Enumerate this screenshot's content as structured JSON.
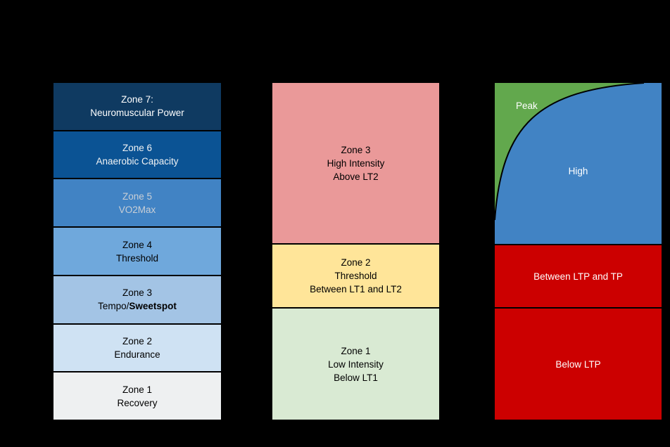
{
  "canvas": {
    "background": "#000000"
  },
  "seven_zone_column": {
    "zones": [
      {
        "line1": "Zone 7:",
        "line2": "Neuromuscular Power",
        "bg": "#0f3a61",
        "fg": "#ffffff"
      },
      {
        "line1": "Zone 6",
        "line2": "Anaerobic Capacity",
        "bg": "#0b5394",
        "fg": "#f1f3f4"
      },
      {
        "line1": "Zone 5",
        "line2": "VO2Max",
        "bg": "#4183c4",
        "fg": "#c9cfd6"
      },
      {
        "line1": "Zone 4",
        "line2": "Threshold",
        "bg": "#6fa8dc",
        "fg": "#000000"
      },
      {
        "line1": "Zone 3",
        "line2_prefix": "Tempo/",
        "line2_bold": "Sweetspot",
        "bg": "#a3c4e5",
        "fg": "#000000"
      },
      {
        "line1": "Zone 2",
        "line2": "Endurance",
        "bg": "#cfe2f3",
        "fg": "#000000"
      },
      {
        "line1": "Zone 1",
        "line2": "Recovery",
        "bg": "#eef0f1",
        "fg": "#000000"
      }
    ]
  },
  "three_zone_column": {
    "zones": [
      {
        "lines": [
          "Zone 3",
          "High Intensity",
          "Above LT2"
        ],
        "bg": "#ea9999",
        "fg": "#000000"
      },
      {
        "lines": [
          "Zone 2",
          "Threshold",
          "Between LT1 and LT2"
        ],
        "bg": "#ffe599",
        "fg": "#000000"
      },
      {
        "lines": [
          "Zone 1",
          "Low Intensity",
          "Below LT1"
        ],
        "bg": "#d9ead3",
        "fg": "#000000"
      }
    ]
  },
  "power_column": {
    "curve_area": {
      "peak_label": "Peak",
      "high_label": "High",
      "peak_bg": "#62a84d",
      "high_bg": "#4183c4",
      "label_color": "#ffffff",
      "curve_color": "#000000"
    },
    "segments": [
      {
        "label": "Between LTP and TP",
        "bg": "#cc0000",
        "fg": "#ffffff"
      },
      {
        "label": "Below LTP",
        "bg": "#cc0000",
        "fg": "#ffffff"
      }
    ]
  }
}
